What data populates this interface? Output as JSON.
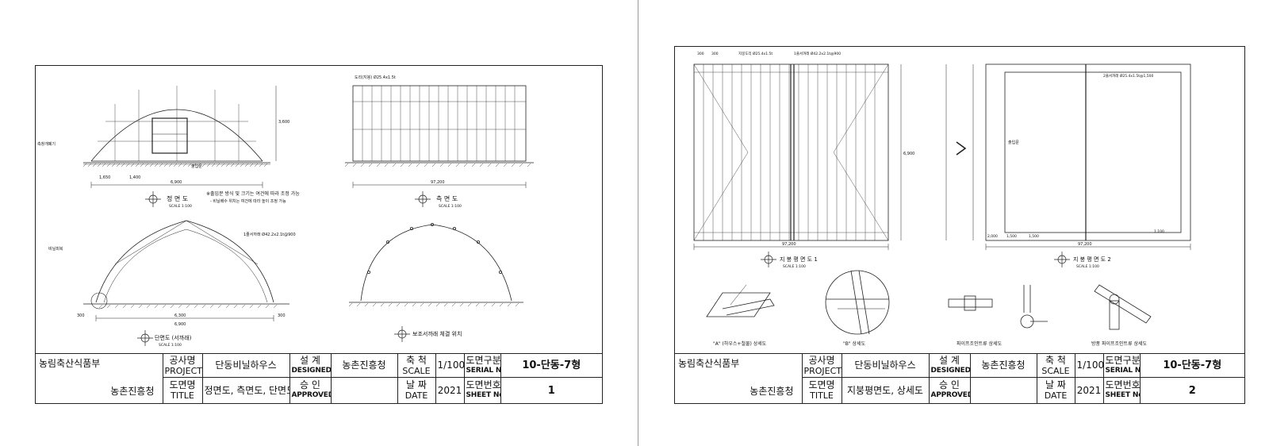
{
  "sheets": [
    {
      "labels": {
        "front_title": "정 면 도",
        "front_scale": "SCALE 1:100",
        "side_title": "측 면 도",
        "side_scale": "SCALE 1:100",
        "section_title": "단면도 (서까래)",
        "section_scale": "SCALE 1:100",
        "brace_title": "보조서까래 체결 위치",
        "note1": "※출입문 방식 및 크기는 여건에 따라 조정 가능",
        "note2": "- 비닐배수 위치는 여건에 따라 높이 조정 가능",
        "dim_front_width": "6,900",
        "dim_front_half1": "1,650",
        "dim_front_half2": "1,400",
        "dim_front_height": "3,600",
        "dim_side_length": "97,200",
        "dim_section_width": "6,900",
        "dim_section_inner": "6,300",
        "dim_left_300": "300",
        "dim_right_300": "300",
        "label_rafter": "1줄서까래 Ø42.2x2.1t@900",
        "label_purlin": "도리(지붕) Ø25.4x1.5t",
        "label_door": "출입문",
        "label_vinyl": "비닐피복",
        "label_gutter": "측창개폐기"
      },
      "tb": {
        "org1": "농림축산식품부",
        "org2": "농촌진흥청",
        "project_ko": "공사명",
        "project_en": "PROJECT",
        "project_val": "단동비닐하우스",
        "designed_ko": "설 계",
        "designed_en": "DESIGNED BY",
        "designed_val": "농촌진흥청",
        "scale_ko": "축 척",
        "scale_en": "SCALE",
        "scale_val": "1/100",
        "serial_ko": "도면구분",
        "serial_en": "SERIAL No.",
        "serial_val": "10-단동-7형",
        "title_ko": "도면명",
        "title_en": "TITLE",
        "title_val": "정면도, 측면도, 단면도",
        "approved_ko": "승 인",
        "approved_en": "APPROVED BY",
        "approved_val": "",
        "date_ko": "날 짜",
        "date_en": "DATE",
        "date_val": "2021",
        "sheet_ko": "도면번호",
        "sheet_en": "SHEET No.",
        "sheet_val": "1"
      }
    },
    {
      "labels": {
        "plan1_title": "지 붕 평 면 도 1",
        "plan1_scale": "SCALE 1:100",
        "plan2_title": "지 붕 평 면 도 2",
        "plan2_scale": "SCALE 1:100",
        "detailA_title": "\"A\" (하우스+철물) 상세도",
        "detailB_title": "\"B\" 상세도",
        "detailC_title": "파이프조인트류 상세도",
        "detailD_title": "방풍 파이프조인트류 상세도",
        "dim_plan_length": "97,200",
        "dim_plan_width": "6,900",
        "dim_plan2_length": "97,200",
        "dim_plan2_a": "2,000",
        "dim_plan2_b": "1,500",
        "dim_plan2_c": "1,500",
        "dim_plan2_d": "1,100",
        "dim_top_300a": "300",
        "dim_top_300b": "300",
        "label_rafter": "1줄서까래 Ø42.2x2.1t@900",
        "label_purlin": "지붕도리 Ø25.4x1.5t",
        "label_brace": "2줄서까래 Ø25.4x1.5t@1,500",
        "label_door": "출입문"
      },
      "tb": {
        "org1": "농림축산식품부",
        "org2": "농촌진흥청",
        "project_ko": "공사명",
        "project_en": "PROJECT",
        "project_val": "단동비닐하우스",
        "designed_ko": "설 계",
        "designed_en": "DESIGNED BY",
        "designed_val": "농촌진흥청",
        "scale_ko": "축 척",
        "scale_en": "SCALE",
        "scale_val": "1/100",
        "serial_ko": "도면구분",
        "serial_en": "SERIAL No.",
        "serial_val": "10-단동-7형",
        "title_ko": "도면명",
        "title_en": "TITLE",
        "title_val": "지붕평면도, 상세도",
        "approved_ko": "승 인",
        "approved_en": "APPROVED BY",
        "approved_val": "",
        "date_ko": "날 짜",
        "date_en": "DATE",
        "date_val": "2021",
        "sheet_ko": "도면번호",
        "sheet_en": "SHEET No.",
        "sheet_val": "2"
      }
    }
  ]
}
